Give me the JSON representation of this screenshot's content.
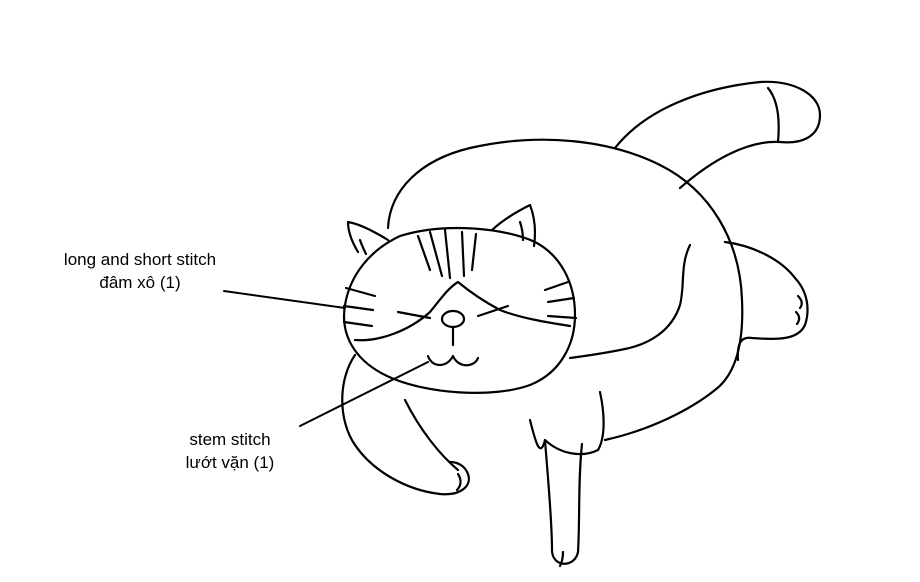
{
  "annotations": [
    {
      "id": "long-and-short",
      "en": "long and short stitch",
      "vi": "đâm xô (1)"
    },
    {
      "id": "stem",
      "en": "stem stitch",
      "vi": "lướt vặn (1)"
    }
  ],
  "colors": {
    "line": "#000000",
    "background": "#ffffff"
  }
}
